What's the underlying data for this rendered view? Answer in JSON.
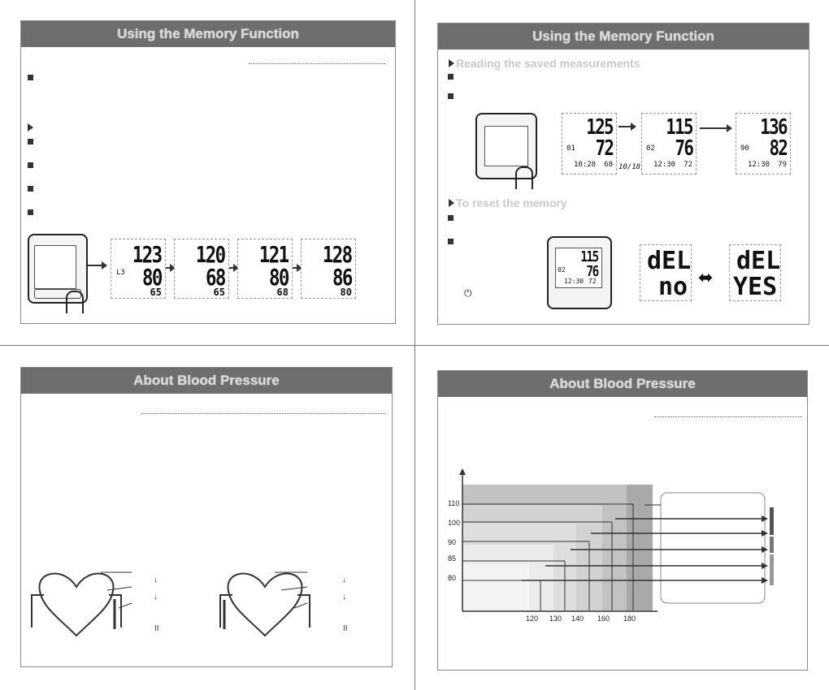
{
  "panels": {
    "p1": {
      "title": "Using the Memory Function",
      "lcds": [
        {
          "sys": "123",
          "dia": "80",
          "pulse": "65",
          "mem": "L3"
        },
        {
          "sys": "120",
          "dia": "68",
          "pulse": "65",
          "mem": ""
        },
        {
          "sys": "121",
          "dia": "80",
          "pulse": "68",
          "mem": ""
        },
        {
          "sys": "128",
          "dia": "86",
          "pulse": "80",
          "mem": ""
        }
      ]
    },
    "p2": {
      "title": "Using the Memory Function",
      "sub1": "Reading the saved measurements",
      "sub2": "To reset the memory",
      "lcds": [
        {
          "sys": "125",
          "dia": "72",
          "mem": "01",
          "time": "10:28",
          "pulse": "68",
          "date": "10/18"
        },
        {
          "sys": "115",
          "dia": "76",
          "mem": "02",
          "time": "12:30",
          "pulse": "72"
        },
        {
          "sys": "136",
          "dia": "82",
          "mem": "90",
          "time": "12:30",
          "pulse": "79"
        }
      ],
      "device_lcd": {
        "sys": "115",
        "dia": "76",
        "mem": "02",
        "time": "12:30",
        "pulse": "72"
      },
      "del_no": [
        "dEL",
        "no"
      ],
      "del_yes": [
        "dEL",
        "YES"
      ],
      "power_icon": "power-icon"
    },
    "p3": {
      "title": "About Blood Pressure",
      "equals": "II"
    },
    "p4": {
      "title": "About Blood Pressure",
      "chart_data": {
        "type": "area",
        "y_ticks": [
          "110",
          "100",
          "90",
          "85",
          "80"
        ],
        "x_ticks": [
          "120",
          "130",
          "140",
          "160",
          "180"
        ]
      }
    }
  }
}
